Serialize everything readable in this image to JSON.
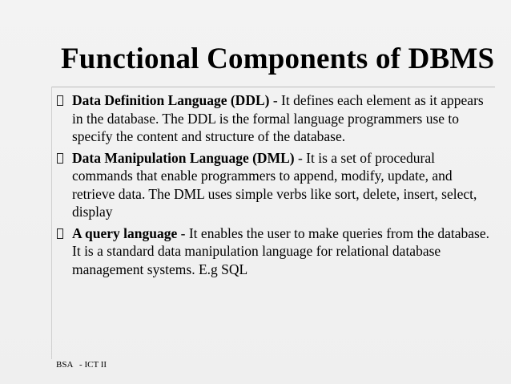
{
  "slide": {
    "title": "Functional Components of DBMS",
    "bullets": [
      {
        "marker_icon": "square-bullet-icon",
        "term": "Data Definition Language (DDL)",
        "description": " - It defines each element as it appears in the database. The DDL is the formal language programmers use to specify the content and structure of the database."
      },
      {
        "marker_icon": "square-bullet-icon",
        "term": "Data Manipulation Language (DML)",
        "description": " - It is a set of procedural commands that enable programmers to append, modify, update, and retrieve data. The DML uses simple verbs like sort, delete, insert, select, display"
      },
      {
        "marker_icon": "square-bullet-icon",
        "term": "A query language",
        "description": " - It enables the user to make queries from the database. It is a standard data manipulation language for relational database management systems. E.g SQL"
      }
    ],
    "footer": "BSA   - ICT II"
  }
}
